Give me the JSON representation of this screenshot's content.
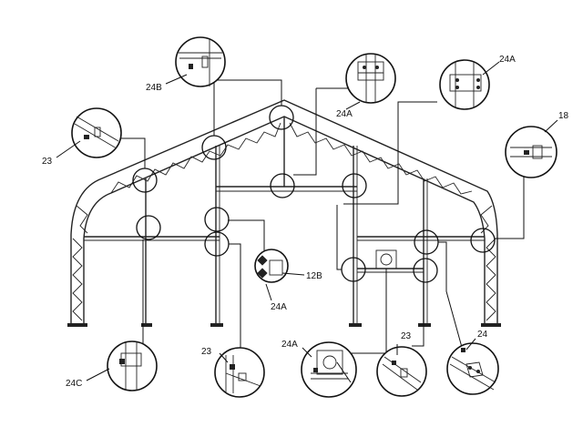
{
  "diagram": {
    "callouts": [
      {
        "id": "c24b",
        "label": "24B"
      },
      {
        "id": "c24a-top",
        "label": "24A"
      },
      {
        "id": "c24a-right",
        "label": "24A"
      },
      {
        "id": "c18",
        "label": "18"
      },
      {
        "id": "c23-left",
        "label": "23"
      },
      {
        "id": "c12b",
        "label": "12B"
      },
      {
        "id": "c24a-mid",
        "label": "24A"
      },
      {
        "id": "c24c",
        "label": "24C"
      },
      {
        "id": "c23-bottom",
        "label": "23"
      },
      {
        "id": "c24a-bottom",
        "label": "24A"
      },
      {
        "id": "c23-bottom-right",
        "label": "23"
      },
      {
        "id": "c24-bottom-right",
        "label": "24"
      }
    ]
  }
}
